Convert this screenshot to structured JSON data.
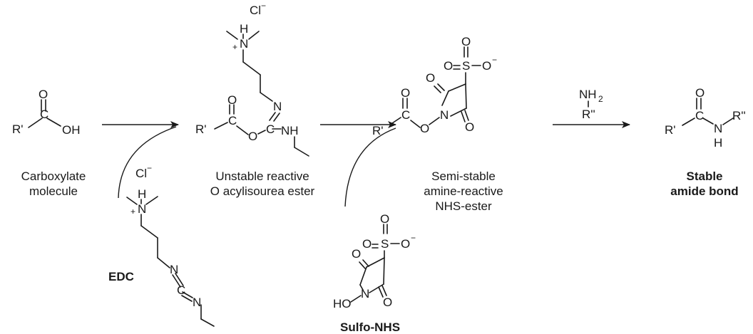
{
  "atoms": {
    "O": "O",
    "OH": "OH",
    "HO": "HO",
    "R1": "R'",
    "R2": "R''",
    "C": "C",
    "N": "N",
    "H": "H",
    "S": "S",
    "Cl": "Cl",
    "NH": "NH",
    "NH2": "NH",
    "sub2": "2",
    "minus": "−",
    "plus": "+"
  },
  "labels": {
    "carboxylate_line1": "Carboxylate",
    "carboxylate_line2": "molecule",
    "unstable_line1": "Unstable reactive",
    "unstable_line2": "O acylisourea ester",
    "semi_line1": "Semi-stable",
    "semi_line2": "amine-reactive",
    "semi_line3": "NHS-ester",
    "stable_line1": "Stable",
    "stable_line2": "amide bond",
    "edc": "EDC",
    "sulfo_nhs": "Sulfo-NHS"
  }
}
